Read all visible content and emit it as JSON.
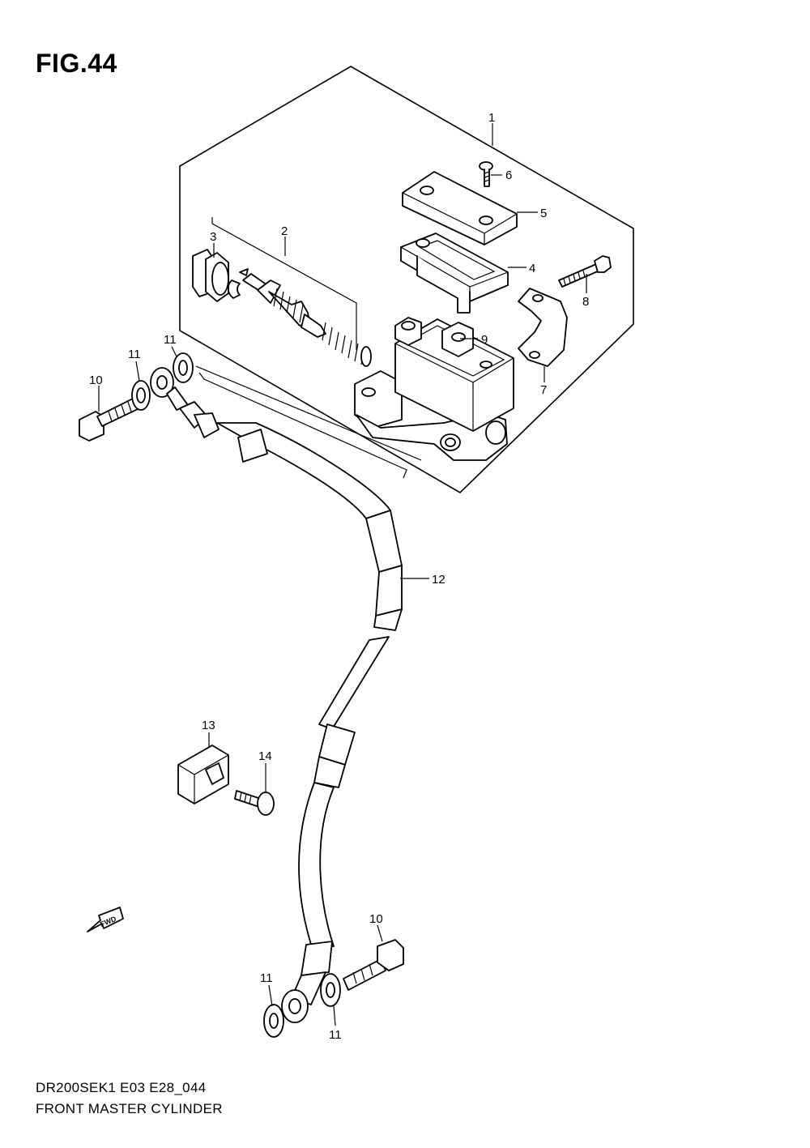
{
  "figure": {
    "title": "FIG.44",
    "code": "DR200SEK1 E03 E28_044",
    "name": "FRONT MASTER CYLINDER"
  },
  "fwd_marker": "FWD",
  "callouts": {
    "c1": "1",
    "c2": "2",
    "c3": "3",
    "c4": "4",
    "c5": "5",
    "c6": "6",
    "c7": "7",
    "c8": "8",
    "c9": "9",
    "c10_top": "10",
    "c11_top_a": "11",
    "c11_top_b": "11",
    "c12": "12",
    "c13": "13",
    "c14": "14",
    "c10_bottom": "10",
    "c11_bottom_a": "11",
    "c11_bottom_b": "11"
  }
}
